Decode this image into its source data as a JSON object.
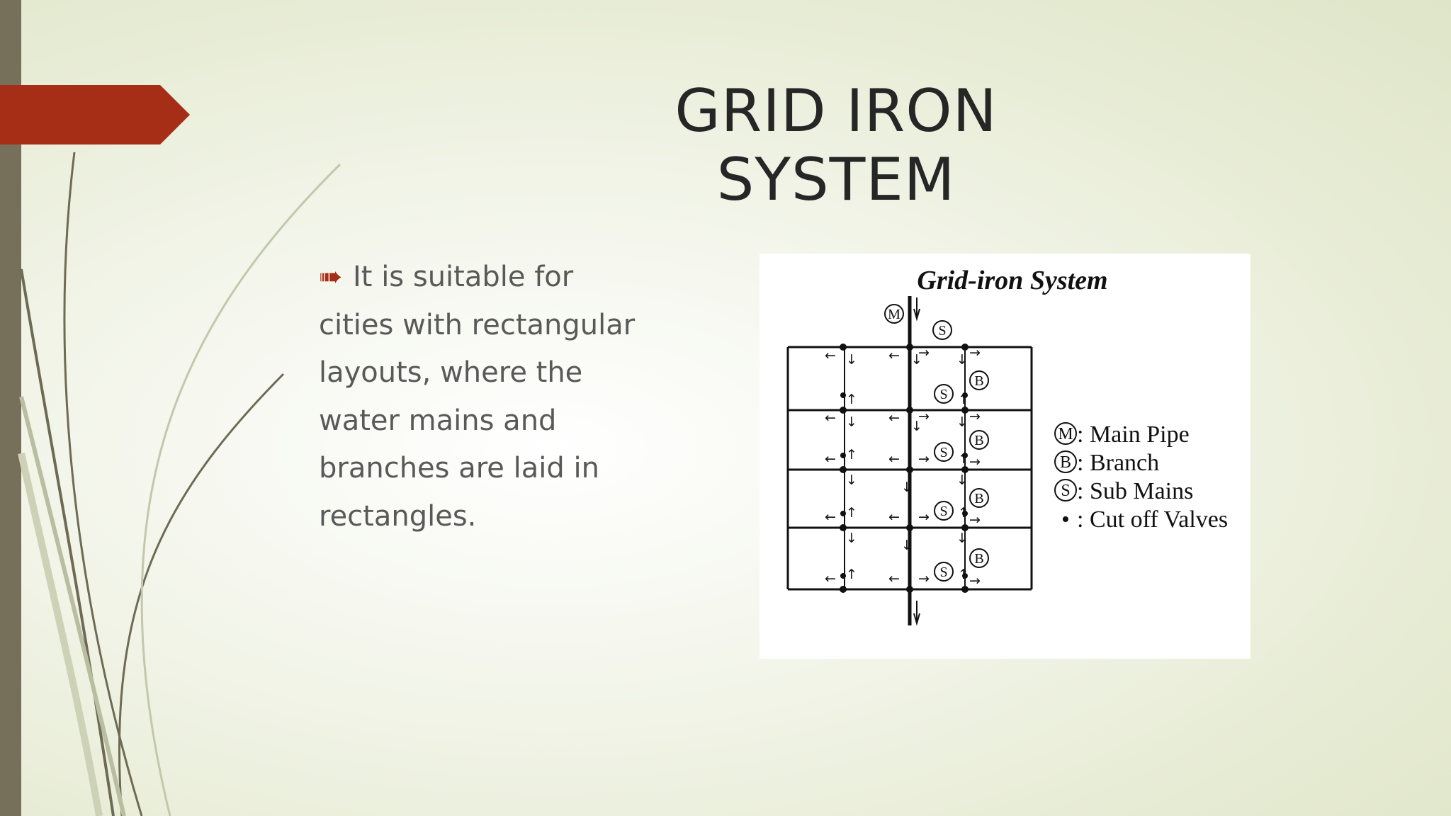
{
  "slide": {
    "title": "GRID IRON SYSTEM",
    "bullet_text": "It is suitable for cities with rectangular layouts, where the water mains and branches are laid in rectangles.",
    "accent_color": "#a62d16",
    "sidebar_color": "#76705a"
  },
  "figure": {
    "title": "Grid-iron System",
    "symbols": {
      "main": "M",
      "sub": "S",
      "branch": "B"
    },
    "legend": [
      {
        "symbol": "M",
        "label": ": Main Pipe"
      },
      {
        "symbol": "B",
        "label": ": Branch"
      },
      {
        "symbol": "S",
        "label": ": Sub Mains"
      },
      {
        "symbol": "•",
        "label": ": Cut off Valves"
      }
    ]
  }
}
